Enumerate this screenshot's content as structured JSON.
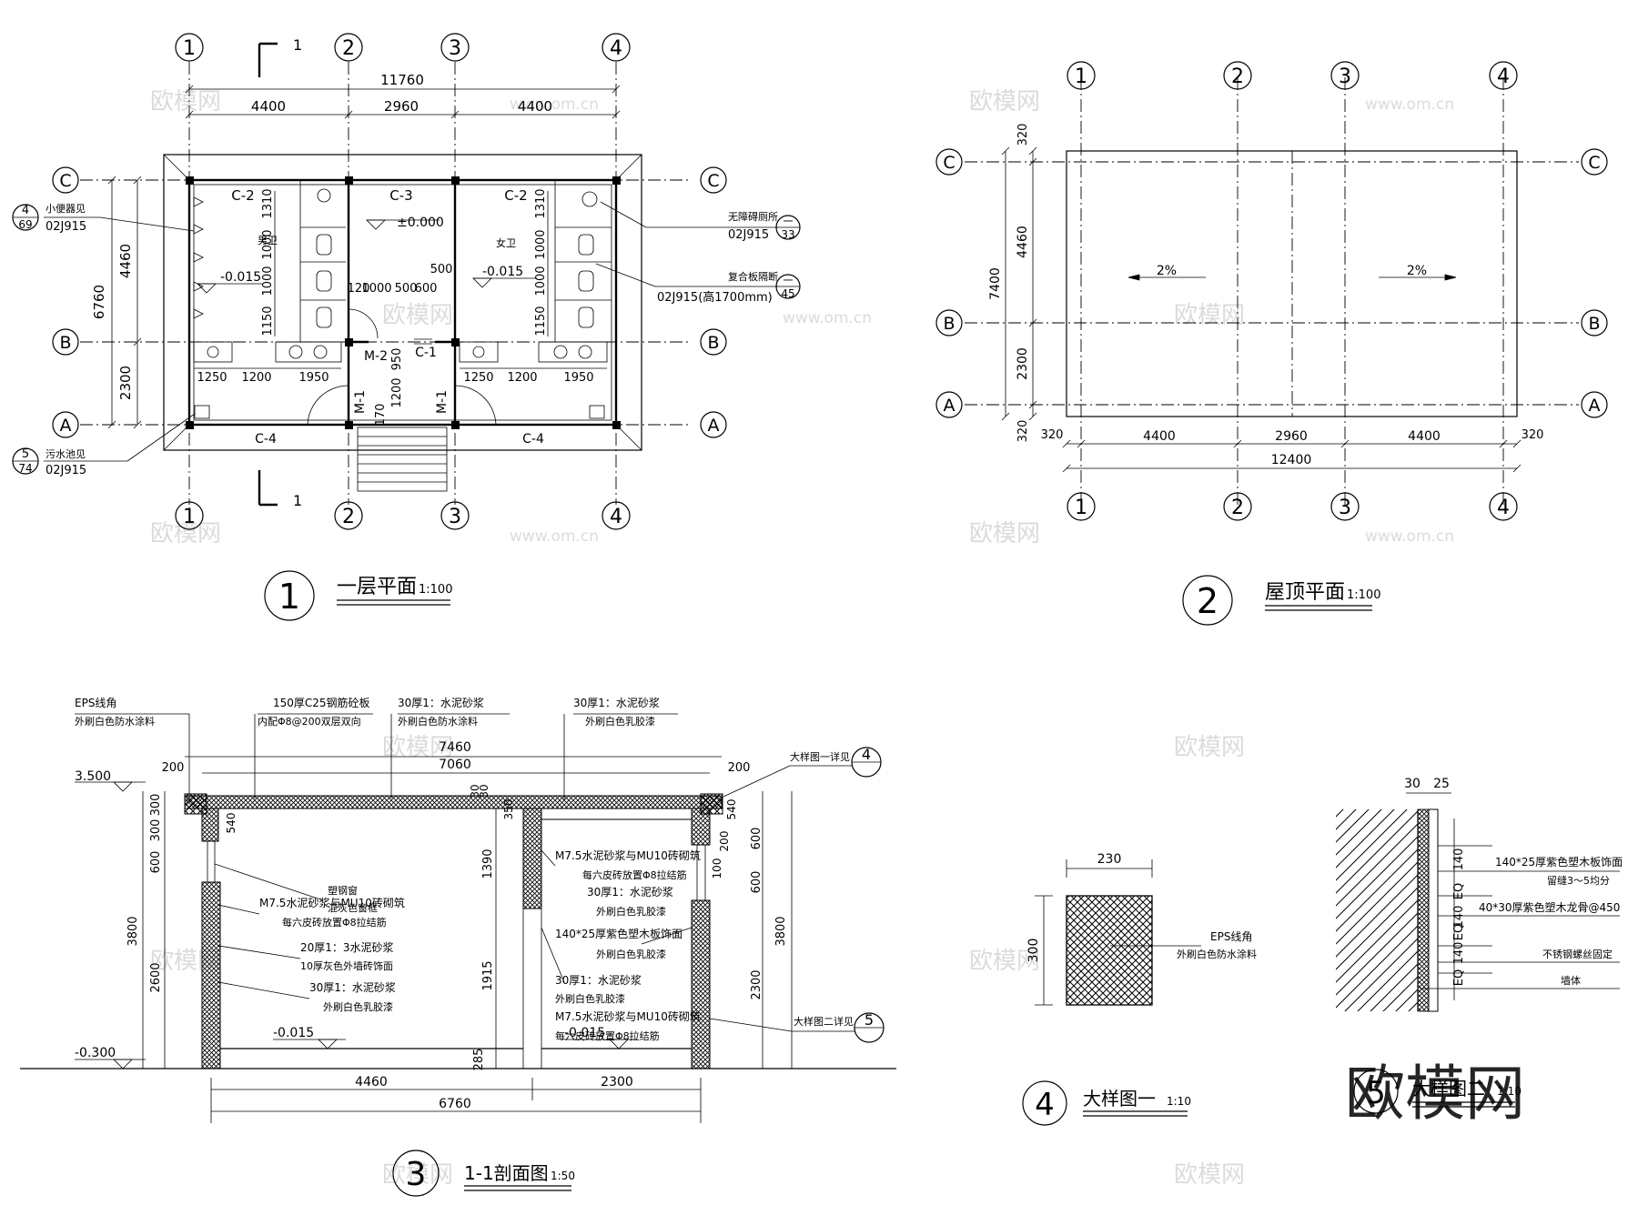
{
  "grid_x_labels": [
    "1",
    "2",
    "3",
    "4"
  ],
  "grid_y_labels": [
    "C",
    "B",
    "A"
  ],
  "plan1": {
    "dims_top": [
      "11760",
      "4400",
      "2960",
      "4400"
    ],
    "dims_left": [
      "6760",
      "4460",
      "2300"
    ],
    "rooms": [
      "C-2",
      "C-3",
      "C-2",
      "男卫",
      "女卫",
      "C-1",
      "C-4",
      "C-4",
      "M-2",
      "M-1",
      "M-1"
    ],
    "levels": [
      "±0.000",
      "-0.015",
      "-0.015"
    ],
    "inner_dims": [
      "1310",
      "1000",
      "1000",
      "1150",
      "1310",
      "1000",
      "1000",
      "1150",
      "1250",
      "1200",
      "1950",
      "1250",
      "1200",
      "1950",
      "120",
      "1000",
      "500",
      "600",
      "500",
      "950",
      "1200",
      "170"
    ],
    "notes": [
      "小便器见",
      "02J915",
      "无障碍厕所",
      "02J915",
      "复合板隔断",
      "02J915(高1700mm)",
      "污水池见",
      "02J915"
    ],
    "note_refs": [
      "4",
      "69",
      "5",
      "74"
    ],
    "callouts_right": [
      "一",
      "33",
      "一",
      "45"
    ],
    "section_mark": "1",
    "title_num": "1",
    "title": "一层平面",
    "scale": "1:100"
  },
  "plan2": {
    "dims_left": [
      "320",
      "7400",
      "4460",
      "2300",
      "320"
    ],
    "dims_bottom": [
      "320",
      "4400",
      "2960",
      "4400",
      "320",
      "12400"
    ],
    "slopes": [
      "2%",
      "2%"
    ],
    "title_num": "2",
    "title": "屋顶平面",
    "scale": "1:100"
  },
  "section": {
    "top_notes": [
      "EPS线角",
      "外刷白色防水涂料",
      "150厚C25钢筋砼板",
      "内配Φ8@200双层双向",
      "30厚1：水泥砂浆",
      "外刷白色防水涂料",
      "30厚1：水泥砂浆",
      "外刷白色乳胶漆"
    ],
    "dims_top": [
      "7460",
      "7060",
      "200",
      "200",
      "30",
      "30"
    ],
    "levels": [
      "3.500",
      "-0.300",
      "-0.015",
      "-0.015"
    ],
    "left_dims": [
      "300",
      "300",
      "600",
      "3800",
      "2600"
    ],
    "mid_dims": [
      "350",
      "1390",
      "1915",
      "285"
    ],
    "right_dims": [
      "540",
      "200",
      "600",
      "600",
      "100",
      "3800",
      "2300",
      "540"
    ],
    "left_notes": [
      "塑钢窗",
      "混灰色窗框",
      "M7.5水泥砂浆与MU10砖砌筑",
      "每六皮砖放置Φ8拉结筋",
      "20厚1：3水泥砂浆",
      "10厚灰色外墙砖饰面",
      "30厚1：水泥砂浆",
      "外刷白色乳胶漆"
    ],
    "right_notes": [
      "M7.5水泥砂浆与MU10砖砌筑",
      "每六皮砖放置Φ8拉结筋",
      "30厚1：水泥砂浆",
      "外刷白色乳胶漆",
      "140*25厚紫色塑木板饰面",
      "外刷白色乳胶漆",
      "30厚1：水泥砂浆",
      "外刷白色乳胶漆",
      "M7.5水泥砂浆与MU10砖砌筑",
      "每六皮砖放置Φ8拉结筋"
    ],
    "callout_top": "大样图一详见",
    "callout_top_num": "4",
    "callout_bottom": "大样图二详见",
    "callout_bottom_num": "5",
    "dims_bottom": [
      "4460",
      "2300",
      "6760"
    ],
    "title_num": "3",
    "title": "1-1剖面图",
    "scale": "1:50"
  },
  "detail1": {
    "width": "230",
    "height": "300",
    "notes": [
      "EPS线角",
      "外刷白色防水涂料"
    ],
    "title_num": "4",
    "title": "大样图一",
    "scale": "1:10"
  },
  "detail2": {
    "dims_top": [
      "30",
      "25"
    ],
    "dims_side": [
      "140",
      "EQ",
      "140",
      "EQ",
      "140",
      "EQ"
    ],
    "notes": [
      "140*25厚紫色塑木板饰面",
      "留缝3～5均分",
      "40*30厚紫色塑木龙骨@450",
      "不锈钢螺丝固定",
      "墙体"
    ],
    "title_num": "5",
    "title": "大样图二",
    "scale": "1:10"
  },
  "watermark_logo": "欧模网",
  "watermark_small": "欧模网",
  "watermark_url": "www.om.cn"
}
